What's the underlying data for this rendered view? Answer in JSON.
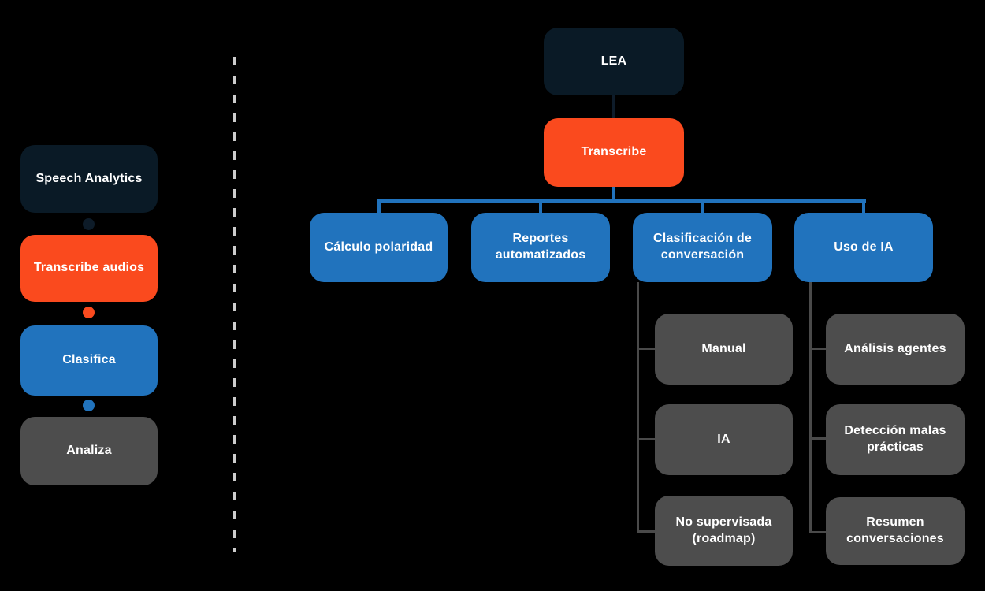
{
  "colors": {
    "background": "#000000",
    "navy": "#0a1a26",
    "orange": "#fa4a1e",
    "blue": "#2173bd",
    "gray_box": "#4d4d4d",
    "connector_gray": "#4a4a4a",
    "divider_dash": "#cdcdcd",
    "text": "#ffffff"
  },
  "left_flow": {
    "steps": [
      {
        "label": "Speech Analytics",
        "color": "navy"
      },
      {
        "label": "Transcribe audios",
        "color": "orange"
      },
      {
        "label": "Clasifica",
        "color": "blue"
      },
      {
        "label": "Analiza",
        "color": "gray"
      }
    ]
  },
  "org_chart": {
    "root": {
      "label": "LEA"
    },
    "level2": {
      "label": "Transcribe"
    },
    "branches": [
      {
        "label": "Cálculo polaridad",
        "children": []
      },
      {
        "label": "Reportes automatizados",
        "children": []
      },
      {
        "label": "Clasificación de conversación",
        "children": [
          {
            "label": "Manual"
          },
          {
            "label": "IA"
          },
          {
            "label": "No supervisada (roadmap)"
          }
        ]
      },
      {
        "label": "Uso de IA",
        "children": [
          {
            "label": "Análisis agentes"
          },
          {
            "label": "Detección malas prácticas"
          },
          {
            "label": "Resumen conversaciones"
          }
        ]
      }
    ]
  }
}
